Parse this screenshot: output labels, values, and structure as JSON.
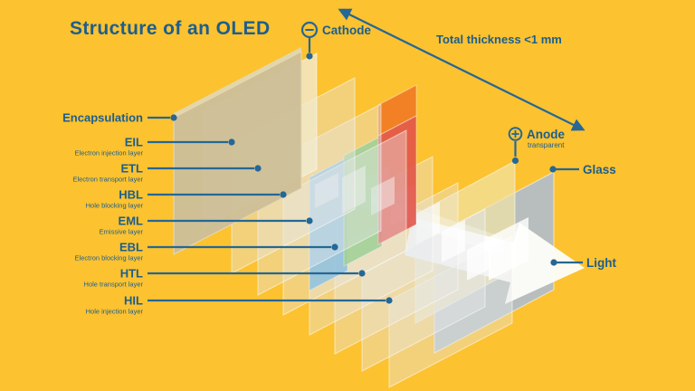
{
  "title": "Structure of an OLED",
  "annotations": {
    "cathode": {
      "label": "Cathode",
      "icon": "minus-circle-icon"
    },
    "anode": {
      "label": "Anode",
      "sublabel": "transparent",
      "icon": "plus-circle-icon"
    },
    "glass": {
      "label": "Glass"
    },
    "light": {
      "label": "Light"
    },
    "total_thickness": {
      "label": "Total thickness <1 mm"
    }
  },
  "layers": [
    {
      "id": "encapsulation",
      "label": "Encapsulation",
      "sublabel": ""
    },
    {
      "id": "eil",
      "label": "EIL",
      "sublabel": "Electron injection layer"
    },
    {
      "id": "etl",
      "label": "ETL",
      "sublabel": "Electron transport layer"
    },
    {
      "id": "hbl",
      "label": "HBL",
      "sublabel": "Hole blocking layer"
    },
    {
      "id": "eml",
      "label": "EML",
      "sublabel": "Emissive layer"
    },
    {
      "id": "ebl",
      "label": "EBL",
      "sublabel": "Electron blocking layer"
    },
    {
      "id": "htl",
      "label": "HTL",
      "sublabel": "Hole transport layer"
    },
    {
      "id": "hil",
      "label": "HIL",
      "sublabel": "Hole injection layer"
    }
  ],
  "stack_order_front_to_back": [
    "Encapsulation",
    "Cathode",
    "EIL",
    "ETL",
    "HBL",
    "EML",
    "EBL",
    "HTL",
    "HIL",
    "Anode",
    "Glass"
  ],
  "colors": {
    "background": "#FCC230",
    "heading_text": "#1D5E8C",
    "callout_line": "#256795",
    "encapsulation_panel": "#CDBF98",
    "encapsulation_bevel": "#E2D7B2",
    "cathode_panel": "#F1EBD1",
    "transport_panel": "#E7E8EA",
    "anode_panel": "#F2E4A8",
    "glass_panel": "#B5BDC3",
    "light_white": "#FFFFFF",
    "emissive_blue": "#58A7D9",
    "emissive_green": "#72BF62",
    "emissive_red": "#E05149",
    "emissive_orange": "#EF7A23"
  }
}
